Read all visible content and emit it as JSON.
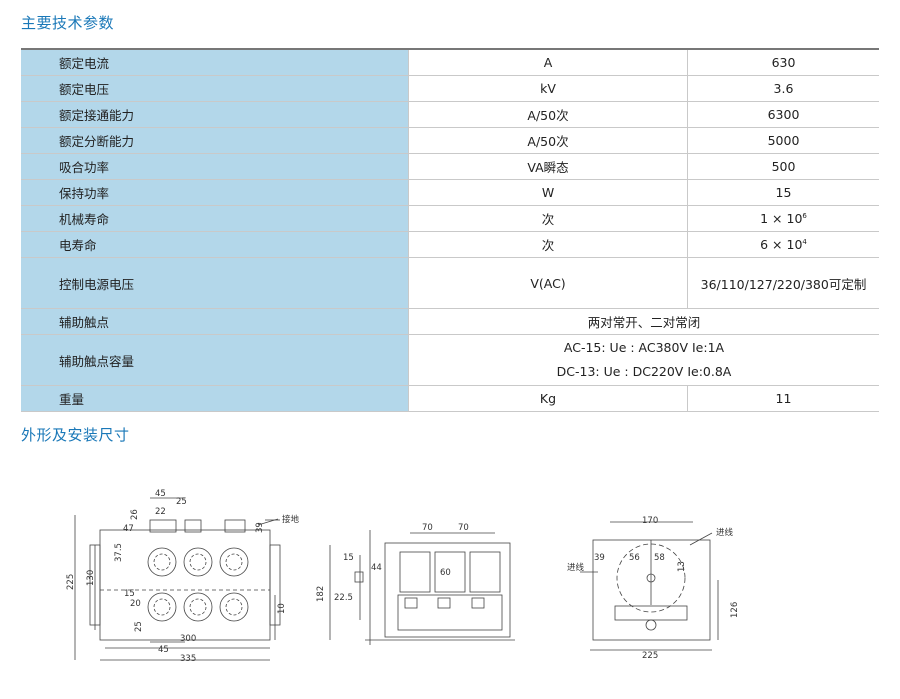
{
  "headings": {
    "params": "主要技术参数",
    "dimensions": "外形及安装尺寸"
  },
  "spec_rows": [
    {
      "label": "额定电流",
      "unit": "A",
      "value": "630"
    },
    {
      "label": "额定电压",
      "unit": "kV",
      "value": "3.6"
    },
    {
      "label": "额定接通能力",
      "unit": "A/50次",
      "value": "6300"
    },
    {
      "label": "额定分断能力",
      "unit": "A/50次",
      "value": "5000"
    },
    {
      "label": "吸合功率",
      "unit": "VA瞬态",
      "value": "500"
    },
    {
      "label": "保持功率",
      "unit": "W",
      "value": "15"
    },
    {
      "label": "机械寿命",
      "unit": "次",
      "value_base": "1 × 10",
      "value_exp": "6"
    },
    {
      "label": "电寿命",
      "unit": "次",
      "value_base": "6 × 10",
      "value_exp": "4"
    },
    {
      "label": "控制电源电压",
      "unit": "V(AC)",
      "value": "36/110/127/220/380可定制"
    },
    {
      "label": "辅助触点",
      "merged": "两对常开、二对常闭"
    },
    {
      "label": "辅助触点容量",
      "merged_line1": "AC-15: Ue : AC380V   Ie:1A",
      "merged_line2": "DC-13: Ue : DC220V   Ie:0.8A"
    },
    {
      "label": "重量",
      "unit": "Kg",
      "value": "11"
    }
  ],
  "drawings": {
    "front": {
      "dims": [
        "45",
        "25",
        "26",
        "22",
        "47",
        "39",
        "37.5",
        "225",
        "130",
        "15",
        "20",
        "25",
        "300",
        "45",
        "335",
        "10"
      ],
      "callout": "接地"
    },
    "side": {
      "dims": [
        "70",
        "70",
        "60",
        "15",
        "44",
        "182",
        "22.5"
      ]
    },
    "rear": {
      "dims": [
        "170",
        "39",
        "56",
        "58",
        "13",
        "126",
        "225"
      ],
      "callout_top": "进线",
      "callout_left": "进线"
    }
  }
}
